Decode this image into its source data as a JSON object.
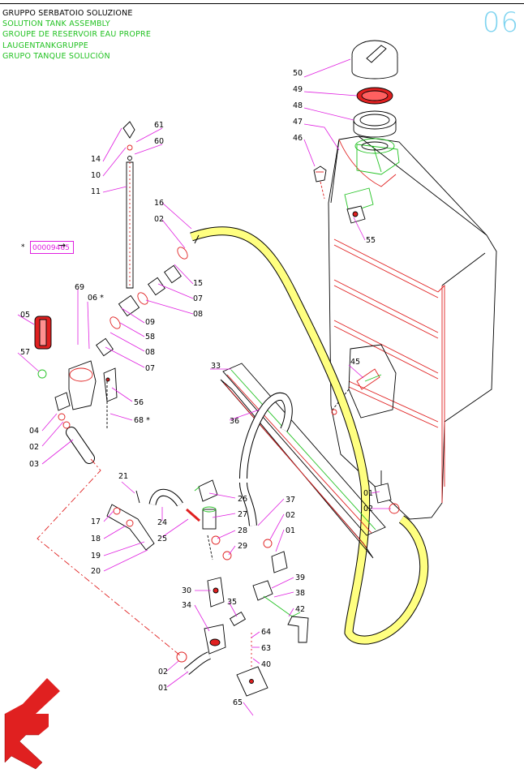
{
  "titles": {
    "it": "GRUPPO SERBATOIO SOLUZIONE",
    "en": "SOLUTION TANK ASSEMBLY",
    "fr": "GROUPE DE RESERVOIR EAU PROPRE",
    "de": "LAUGENTANKGRUPPE",
    "es": "GRUPO TANQUE SOLUCIÓN"
  },
  "page_number": "06",
  "code_box": "00009465",
  "marker_star": "*",
  "colors": {
    "part_lines": "#e02020",
    "leaders": "#e020e0",
    "highlight_hose": "#ffff80",
    "hose_outline": "#000000",
    "green_parts": "#22c222",
    "page_number": "#7fd4f0",
    "arrow": "#e02020"
  },
  "callouts": [
    "50",
    "49",
    "48",
    "47",
    "46",
    "55",
    "61",
    "60",
    "14",
    "10",
    "11",
    "16",
    "02",
    "15",
    "07",
    "08",
    "69",
    "06 *",
    "05",
    "09",
    "58",
    "08",
    "07",
    "57",
    "56",
    "68 *",
    "04",
    "02",
    "03",
    "45",
    "33",
    "36",
    "01",
    "02",
    "21",
    "17",
    "18",
    "19",
    "20",
    "24",
    "25",
    "26",
    "27",
    "28",
    "29",
    "37",
    "02",
    "01",
    "30",
    "34",
    "35",
    "39",
    "38",
    "42",
    "64",
    "63",
    "40",
    "02",
    "01",
    "65"
  ]
}
